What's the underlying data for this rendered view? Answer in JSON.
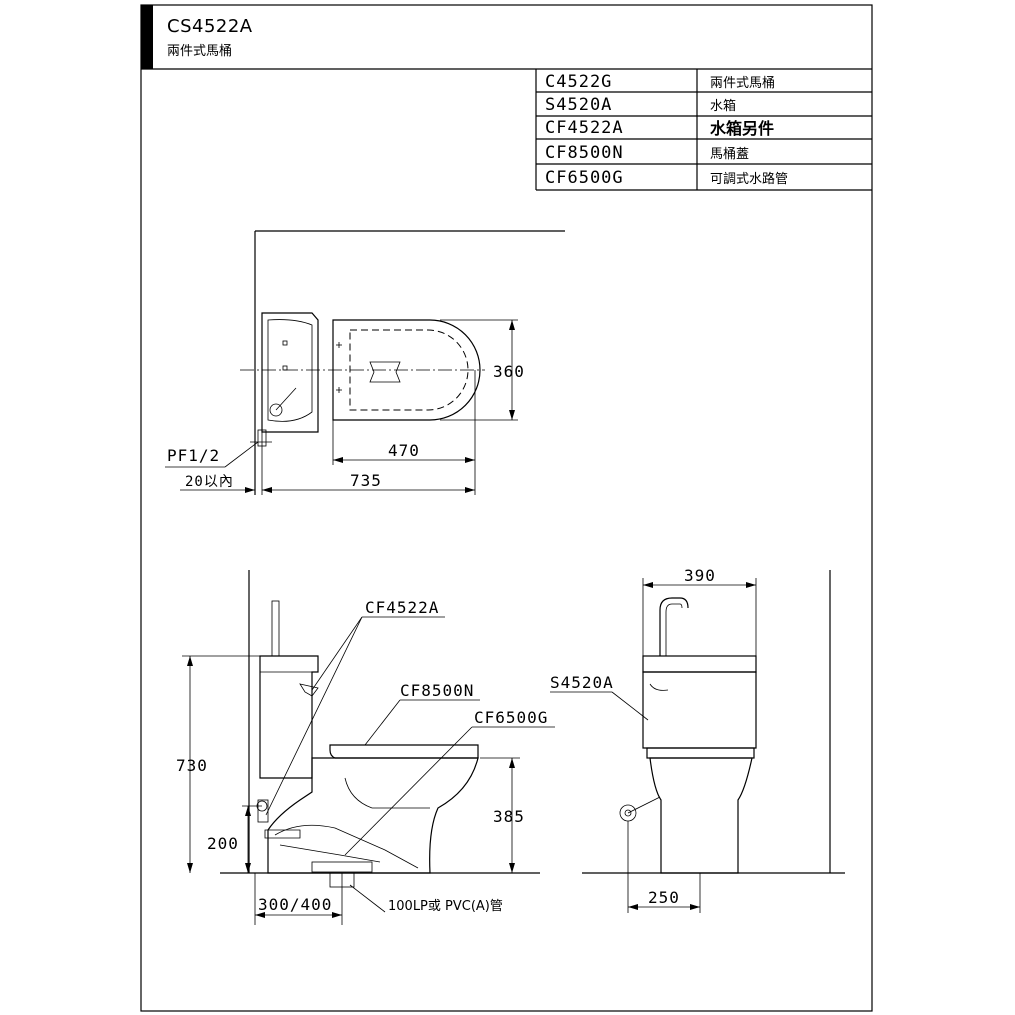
{
  "title_block": {
    "model": "CS4522A",
    "description": "兩件式馬桶"
  },
  "parts_table": [
    {
      "code": "C4522G",
      "name": "兩件式馬桶",
      "bold": false
    },
    {
      "code": "S4520A",
      "name": "水箱",
      "bold": false
    },
    {
      "code": "CF4522A",
      "name": "水箱另件",
      "bold": true
    },
    {
      "code": "CF8500N",
      "name": "馬桶蓋",
      "bold": false
    },
    {
      "code": "CF6500G",
      "name": "可調式水路管",
      "bold": false
    }
  ],
  "top_view": {
    "dim_width": "360",
    "dim_bowl_length": "470",
    "dim_total_length": "735",
    "dim_wall_gap": "20以內",
    "label_inlet": "PF1/2"
  },
  "side_view": {
    "callout_tank_parts": "CF4522A",
    "callout_seat": "CF8500N",
    "callout_supply": "CF6500G",
    "dim_total_height": "730",
    "dim_inlet_height": "200",
    "dim_seat_height": "385",
    "dim_rough_in": "300/400",
    "label_drain": "100LP或 PVC(A)管"
  },
  "front_view": {
    "dim_tank_width": "390",
    "callout_tank": "S4520A",
    "dim_inlet_offset": "250"
  }
}
